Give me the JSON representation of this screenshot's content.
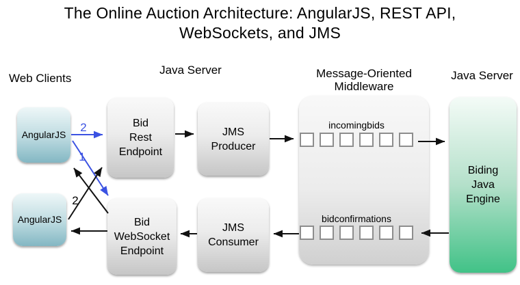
{
  "title": {
    "line1": "The Online Auction Architecture: AngularJS, REST API,",
    "line2": "WebSockets, and JMS"
  },
  "section_labels": {
    "web_clients": "Web Clients",
    "java_server_left": "Java Server",
    "mom_line1": "Message-Oriented",
    "mom_line2": "Middleware",
    "java_server_right": "Java Server"
  },
  "nodes": {
    "angular_client_top": {
      "label": "AngularJS"
    },
    "angular_client_bottom": {
      "label": "AngularJS"
    },
    "bid_rest_endpoint": {
      "line1": "Bid",
      "line2": "Rest",
      "line3": "Endpoint"
    },
    "jms_producer": {
      "line1": "JMS",
      "line2": "Producer"
    },
    "bid_websocket_endpoint": {
      "line1": "Bid",
      "line2": "WebSocket",
      "line3": "Endpoint"
    },
    "jms_consumer": {
      "line1": "JMS",
      "line2": "Consumer"
    },
    "biding_java_engine": {
      "line1": "Biding",
      "line2": "Java",
      "line3": "Engine"
    }
  },
  "queues": {
    "incoming_bids": {
      "label": "incomingbids",
      "slot_count": 6
    },
    "bid_confirmations": {
      "label": "bidconfirmations",
      "slot_count": 6
    }
  },
  "arrow_labels": {
    "rest_step": "2",
    "websocket_step": "1",
    "client_bottom_step": "2"
  },
  "colors": {
    "arrow_black": "#111111",
    "arrow_blue": "#3b52e2",
    "client_gradient_top": "#eef7f8",
    "client_gradient_bottom": "#83b7c3",
    "server_gradient_top": "#f9f9f9",
    "server_gradient_bottom": "#c6c6c6",
    "mom_gradient_top": "#f8f8f8",
    "mom_gradient_bottom": "#d0d0d0",
    "engine_gradient_top": "#f4fbf7",
    "engine_gradient_bottom": "#41c287"
  }
}
